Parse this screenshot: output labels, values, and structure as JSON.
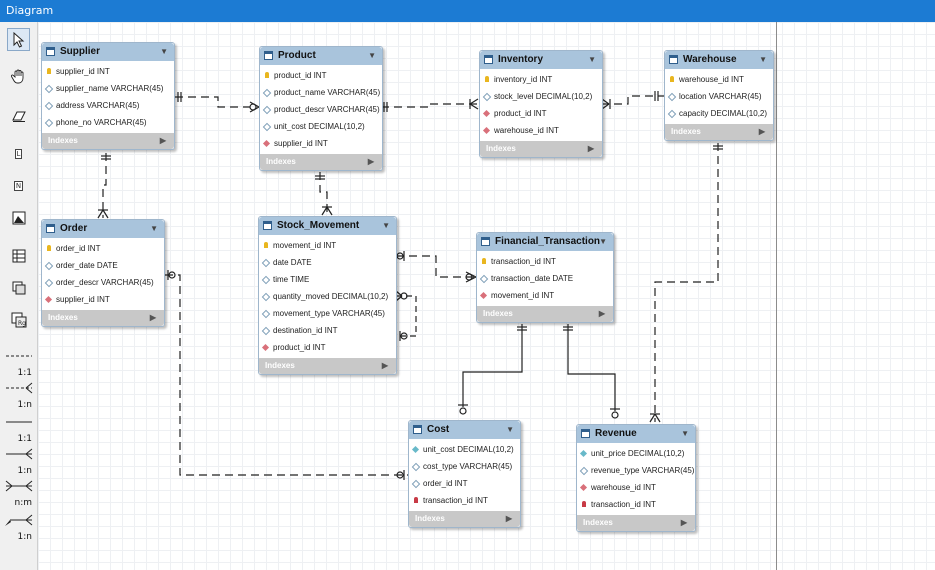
{
  "window": {
    "title": "Diagram"
  },
  "toolbar": {
    "relationships": [
      {
        "name": "rel-1-1-nonid",
        "label": "1:1"
      },
      {
        "name": "rel-1-n-nonid",
        "label": "1:n"
      },
      {
        "name": "rel-1-1-id",
        "label": "1:1"
      },
      {
        "name": "rel-1-n-id",
        "label": "1:n"
      },
      {
        "name": "rel-n-m",
        "label": "n:m"
      },
      {
        "name": "rel-1-n-existing",
        "label": "1:n"
      }
    ]
  },
  "indexes_label": "Indexes",
  "tables": {
    "supplier": {
      "name": "Supplier",
      "columns": [
        {
          "text": "supplier_id INT",
          "icon": "pk"
        },
        {
          "text": "supplier_name VARCHAR(45)",
          "icon": "col"
        },
        {
          "text": "address VARCHAR(45)",
          "icon": "col"
        },
        {
          "text": "phone_no VARCHAR(45)",
          "icon": "col"
        }
      ]
    },
    "product": {
      "name": "Product",
      "columns": [
        {
          "text": "product_id INT",
          "icon": "pk"
        },
        {
          "text": "product_name VARCHAR(45)",
          "icon": "col"
        },
        {
          "text": "product_descr VARCHAR(45)",
          "icon": "col"
        },
        {
          "text": "unit_cost DECIMAL(10,2)",
          "icon": "col"
        },
        {
          "text": "supplier_id INT",
          "icon": "fk"
        }
      ]
    },
    "inventory": {
      "name": "Inventory",
      "columns": [
        {
          "text": "inventory_id INT",
          "icon": "pk"
        },
        {
          "text": "stock_level DECIMAL(10,2)",
          "icon": "col"
        },
        {
          "text": "product_id INT",
          "icon": "fk"
        },
        {
          "text": "warehouse_id INT",
          "icon": "fk"
        }
      ]
    },
    "warehouse": {
      "name": "Warehouse",
      "columns": [
        {
          "text": "warehouse_id INT",
          "icon": "pk"
        },
        {
          "text": "location VARCHAR(45)",
          "icon": "col"
        },
        {
          "text": "capacity DECIMAL(10,2)",
          "icon": "col"
        }
      ]
    },
    "order": {
      "name": "Order",
      "columns": [
        {
          "text": "order_id INT",
          "icon": "pk"
        },
        {
          "text": "order_date DATE",
          "icon": "col"
        },
        {
          "text": "order_descr VARCHAR(45)",
          "icon": "col"
        },
        {
          "text": "supplier_id INT",
          "icon": "fk"
        }
      ]
    },
    "stock_movement": {
      "name": "Stock_Movement",
      "columns": [
        {
          "text": "movement_id INT",
          "icon": "pk"
        },
        {
          "text": "date DATE",
          "icon": "col"
        },
        {
          "text": "time TIME",
          "icon": "col"
        },
        {
          "text": "quantity_moved DECIMAL(10,2)",
          "icon": "col"
        },
        {
          "text": "movement_type VARCHAR(45)",
          "icon": "col"
        },
        {
          "text": "destination_id INT",
          "icon": "col"
        },
        {
          "text": "product_id INT",
          "icon": "fk"
        }
      ]
    },
    "financial_transaction": {
      "name": "Financial_Transaction",
      "columns": [
        {
          "text": "transaction_id INT",
          "icon": "pk"
        },
        {
          "text": "transaction_date DATE",
          "icon": "col"
        },
        {
          "text": "movement_id INT",
          "icon": "fk"
        }
      ]
    },
    "cost": {
      "name": "Cost",
      "columns": [
        {
          "text": "unit_cost DECIMAL(10,2)",
          "icon": "colf"
        },
        {
          "text": "cost_type VARCHAR(45)",
          "icon": "col"
        },
        {
          "text": "order_id INT",
          "icon": "col"
        },
        {
          "text": "transaction_id INT",
          "icon": "fkpk"
        }
      ]
    },
    "revenue": {
      "name": "Revenue",
      "columns": [
        {
          "text": "unit_price DECIMAL(10,2)",
          "icon": "colf"
        },
        {
          "text": "revenue_type VARCHAR(45)",
          "icon": "col"
        },
        {
          "text": "warehouse_id INT",
          "icon": "fk"
        },
        {
          "text": "transaction_id INT",
          "icon": "fkpk"
        }
      ]
    }
  }
}
